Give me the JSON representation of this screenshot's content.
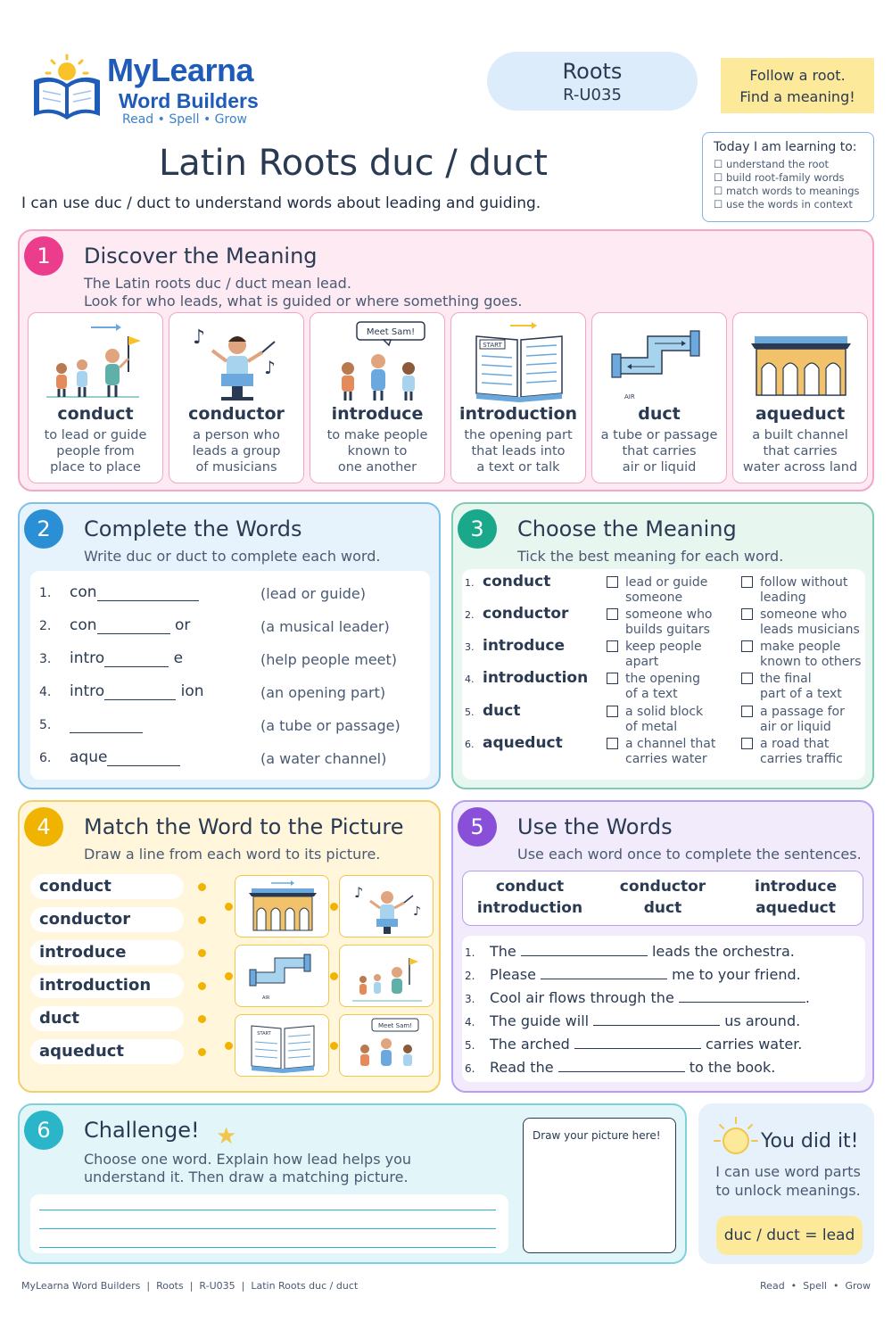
{
  "brand": {
    "title": "MyLearna",
    "subtitle": "Word Builders",
    "tagline": "Read • Spell • Grow"
  },
  "badge": {
    "line1": "Roots",
    "line2": "R-U035"
  },
  "note": {
    "line1": "Follow a root.",
    "line2": "Find a meaning!"
  },
  "page_title": "Latin Roots duc / duct",
  "objective": "I can use duc / duct to understand words about leading and guiding.",
  "learning": {
    "heading": "Today I am learning to:",
    "items": [
      "understand the root",
      "build root-family words",
      "match words to meanings",
      "use the words in context"
    ]
  },
  "s1": {
    "num": "1",
    "title": "Discover the Meaning",
    "desc1": "The Latin roots duc / duct mean lead.",
    "desc2": "Look for who leads, what is guided or where something goes.",
    "cards": [
      {
        "word": "conduct",
        "d1": "to lead or guide",
        "d2": "people from",
        "d3": "place to place"
      },
      {
        "word": "conductor",
        "d1": "a person who",
        "d2": "leads a group",
        "d3": "of musicians"
      },
      {
        "word": "introduce",
        "d1": "to make people",
        "d2": "known to",
        "d3": "one another"
      },
      {
        "word": "introduction",
        "d1": "the opening part",
        "d2": "that leads into",
        "d3": "a text or talk"
      },
      {
        "word": "duct",
        "d1": "a tube or passage",
        "d2": "that carries",
        "d3": "air or liquid"
      },
      {
        "word": "aqueduct",
        "d1": "a built channel",
        "d2": "that carries",
        "d3": "water across land"
      }
    ],
    "bubble": "Meet Sam!",
    "book_label": "START",
    "air_label": "AIR"
  },
  "s2": {
    "num": "2",
    "title": "Complete the Words",
    "desc": "Write duc or duct to complete each word.",
    "rows": [
      {
        "n": "1.",
        "pre": "con",
        "post": "",
        "hint": "(lead or guide)"
      },
      {
        "n": "2.",
        "pre": "con",
        "post": "or",
        "hint": "(a musical leader)"
      },
      {
        "n": "3.",
        "pre": "intro",
        "post": "e",
        "hint": "(help people meet)"
      },
      {
        "n": "4.",
        "pre": "intro",
        "post": "ion",
        "hint": "(an opening part)"
      },
      {
        "n": "5.",
        "pre": "",
        "post": "",
        "hint": "(a tube or passage)"
      },
      {
        "n": "6.",
        "pre": "aque",
        "post": "",
        "hint": "(a water channel)"
      }
    ]
  },
  "s3": {
    "num": "3",
    "title": "Choose the Meaning",
    "desc": "Tick the best meaning for each word.",
    "rows": [
      {
        "n": "1.",
        "word": "conduct",
        "a1": "lead or guide",
        "a2": "someone",
        "b1": "follow without",
        "b2": "leading"
      },
      {
        "n": "2.",
        "word": "conductor",
        "a1": "someone who",
        "a2": "builds guitars",
        "b1": "someone who",
        "b2": "leads musicians"
      },
      {
        "n": "3.",
        "word": "introduce",
        "a1": "keep people",
        "a2": "apart",
        "b1": "make people",
        "b2": "known to others"
      },
      {
        "n": "4.",
        "word": "introduction",
        "a1": "the opening",
        "a2": "of a text",
        "b1": "the final",
        "b2": "part of a text"
      },
      {
        "n": "5.",
        "word": "duct",
        "a1": "a solid block",
        "a2": "of metal",
        "b1": "a passage for",
        "b2": "air or liquid"
      },
      {
        "n": "6.",
        "word": "aqueduct",
        "a1": "a channel that",
        "a2": "carries water",
        "b1": "a road that",
        "b2": "carries traffic"
      }
    ]
  },
  "s4": {
    "num": "4",
    "title": "Match the Word to the Picture",
    "desc": "Draw a line from each word to its picture.",
    "words": [
      "conduct",
      "conductor",
      "introduce",
      "introduction",
      "duct",
      "aqueduct"
    ]
  },
  "s5": {
    "num": "5",
    "title": "Use the Words",
    "desc": "Use each word once to complete the sentences.",
    "bank": [
      "conduct",
      "conductor",
      "introduce",
      "introduction",
      "duct",
      "aqueduct"
    ],
    "sentences": [
      {
        "n": "1.",
        "a": "The",
        "b": "leads the orchestra."
      },
      {
        "n": "2.",
        "a": "Please",
        "b": "me to your friend."
      },
      {
        "n": "3.",
        "a": "Cool air flows through the",
        "b": "."
      },
      {
        "n": "4.",
        "a": "The guide will",
        "b": "us around."
      },
      {
        "n": "5.",
        "a": "The arched",
        "b": "carries water."
      },
      {
        "n": "6.",
        "a": "Read the",
        "b": "to the book."
      }
    ]
  },
  "s6": {
    "num": "6",
    "title": "Challenge!",
    "desc1": "Choose one word. Explain how lead helps you",
    "desc2": "understand it. Then draw a matching picture.",
    "draw_label": "Draw your picture here!"
  },
  "done": {
    "title": "You did it!",
    "line1": "I can use word parts",
    "line2": "to unlock meanings.",
    "formula": "duc / duct = lead"
  },
  "footer": {
    "left": "MyLearna Word Builders  |  Roots  |  R-U035  |  Latin Roots duc / duct",
    "right": "Read  •  Spell  •  Grow"
  },
  "colors": {
    "navy": "#2a3a52",
    "brand": "#1f5bb8",
    "pink": "#ec3d8c",
    "blue": "#2b8fd6",
    "green": "#1aa88a",
    "yellow": "#f0b400",
    "purple": "#8a4fd8",
    "teal": "#2bb5c9"
  }
}
